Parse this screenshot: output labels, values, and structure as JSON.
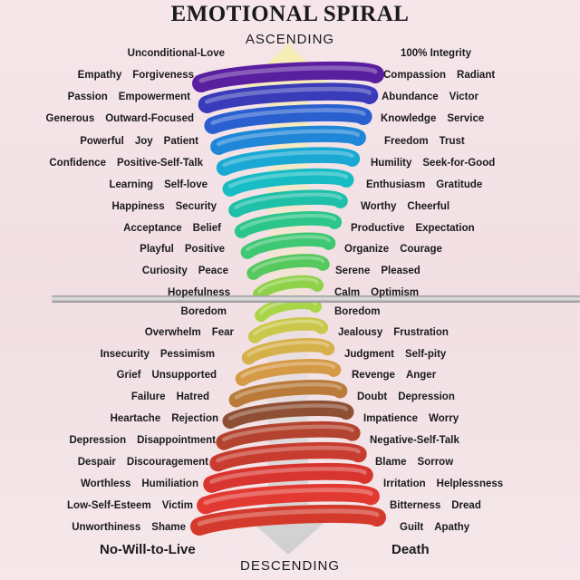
{
  "title": "EMOTIONAL SPIRAL",
  "top_label": "ASCENDING",
  "bottom_label": "DESCENDING",
  "bottom_left": "No-Will-to-Live",
  "bottom_right": "Death",
  "left_rows": [
    [
      "Unconditional-Love"
    ],
    [
      "Empathy",
      "Forgiveness"
    ],
    [
      "Passion",
      "Empowerment"
    ],
    [
      "Generous",
      "Outward-Focused"
    ],
    [
      "Powerful",
      "Joy",
      "Patient"
    ],
    [
      "Confidence",
      "Positive-Self-Talk"
    ],
    [
      "Learning",
      "Self-love"
    ],
    [
      "Happiness",
      "Security"
    ],
    [
      "Acceptance",
      "Belief"
    ],
    [
      "Playful",
      "Positive"
    ],
    [
      "Curiosity",
      "Peace"
    ],
    [
      "Hopefulness"
    ],
    [
      "Boredom"
    ],
    [
      "Overwhelm",
      "Fear"
    ],
    [
      "Insecurity",
      "Pessimism"
    ],
    [
      "Grief",
      "Unsupported"
    ],
    [
      "Failure",
      "Hatred"
    ],
    [
      "Heartache",
      "Rejection"
    ],
    [
      "Depression",
      "Disappointment"
    ],
    [
      "Despair",
      "Discouragement"
    ],
    [
      "Worthless",
      "Humiliation"
    ],
    [
      "Low-Self-Esteem",
      "Victim"
    ],
    [
      "Unworthiness",
      "Shame"
    ]
  ],
  "right_rows": [
    [
      "100% Integrity"
    ],
    [
      "Compassion",
      "Radiant"
    ],
    [
      "Abundance",
      "Victor"
    ],
    [
      "Knowledge",
      "Service"
    ],
    [
      "Freedom",
      "Trust"
    ],
    [
      "Humility",
      "Seek-for-Good"
    ],
    [
      "Enthusiasm",
      "Gratitude"
    ],
    [
      "Worthy",
      "Cheerful"
    ],
    [
      "Productive",
      "Expectation"
    ],
    [
      "Organize",
      "Courage"
    ],
    [
      "Serene",
      "Pleased"
    ],
    [
      "Calm",
      "Optimism"
    ],
    [
      "Boredom"
    ],
    [
      "Jealousy",
      "Frustration"
    ],
    [
      "Judgment",
      "Self-pity"
    ],
    [
      "Revenge",
      "Anger"
    ],
    [
      "Doubt",
      "Depression"
    ],
    [
      "Impatience",
      "Worry"
    ],
    [
      "Negative-Self-Talk"
    ],
    [
      "Blame",
      "Sorrow"
    ],
    [
      "Irritation",
      "Helplessness"
    ],
    [
      "Bitterness",
      "Dread"
    ],
    [
      "Guilt",
      "Apathy"
    ]
  ],
  "spiral_colors": [
    "#5a1f9e",
    "#3a3bb8",
    "#2a5fd0",
    "#1f86d8",
    "#1aa9d4",
    "#17bcc4",
    "#1fc0a8",
    "#2cc58a",
    "#3ec873",
    "#55c85e",
    "#8fd24a",
    "#a9d648",
    "#c9c84a",
    "#d6b04a",
    "#d59a45",
    "#b97a3a",
    "#8e4f34",
    "#b3432f",
    "#c83b2f",
    "#d8352e",
    "#e23a32",
    "#d33a2c"
  ]
}
